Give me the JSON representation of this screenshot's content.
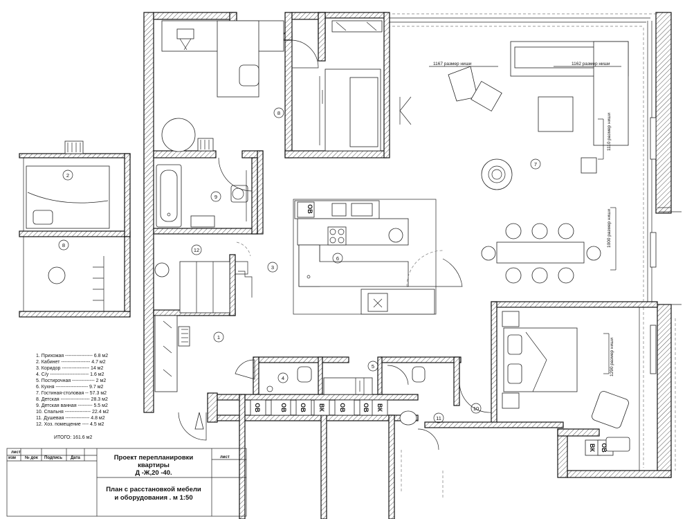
{
  "room_numbers": [
    "8",
    "2",
    "8",
    "9",
    "7",
    "12",
    "3",
    "6",
    "1",
    "4",
    "5",
    "10",
    "11"
  ],
  "niche_dims": {
    "d1167": "1167 размер ниши",
    "d1162": "1162 размер ниши",
    "d1110": "1110 размер ниши",
    "d1000": "1000 размер ниши",
    "d1290": "1290 размер ниши"
  },
  "appliance_labels": {
    "ov": "OB",
    "vk": "ВК"
  },
  "legend": {
    "items": [
      "1. Прихожая ----------------- 6.8 м2",
      "2. Кабинет ------------------ 4.7 м2",
      "3. Коридор ----------------- 14 м2",
      "4. С/у ------------------------ 1.6 м2",
      "5. Постирочная -------------- 2 м2",
      "6. Кухня -------------------- 9.7 м2",
      "7. Гостиная-столовая -- 57.3 м2",
      "8. Детская ------------------ 28.3 м2",
      "9. Детская ванная --------- 5.5 м2",
      "10. Спальня ---------------- 22.4 м2",
      "11. Душевая --------------- 4.8 м2",
      "12. Хоз. помещение ---- 4.5 м2"
    ],
    "total": "ИТОГО: 161.6 м2"
  },
  "title_block": {
    "col_izm": "изм",
    "col_list": "лист",
    "col_ndoc": "№ док",
    "col_sign": "Подпись",
    "col_date": "Дата",
    "sheet": "лист",
    "project_line1": "Проект перепланировки",
    "project_line2": "квартиры",
    "project_line3": "Д -Ж,20 -40.",
    "plan_line1": "План с расстановкой мебели",
    "plan_line2": "и оборудования . м 1:50"
  }
}
